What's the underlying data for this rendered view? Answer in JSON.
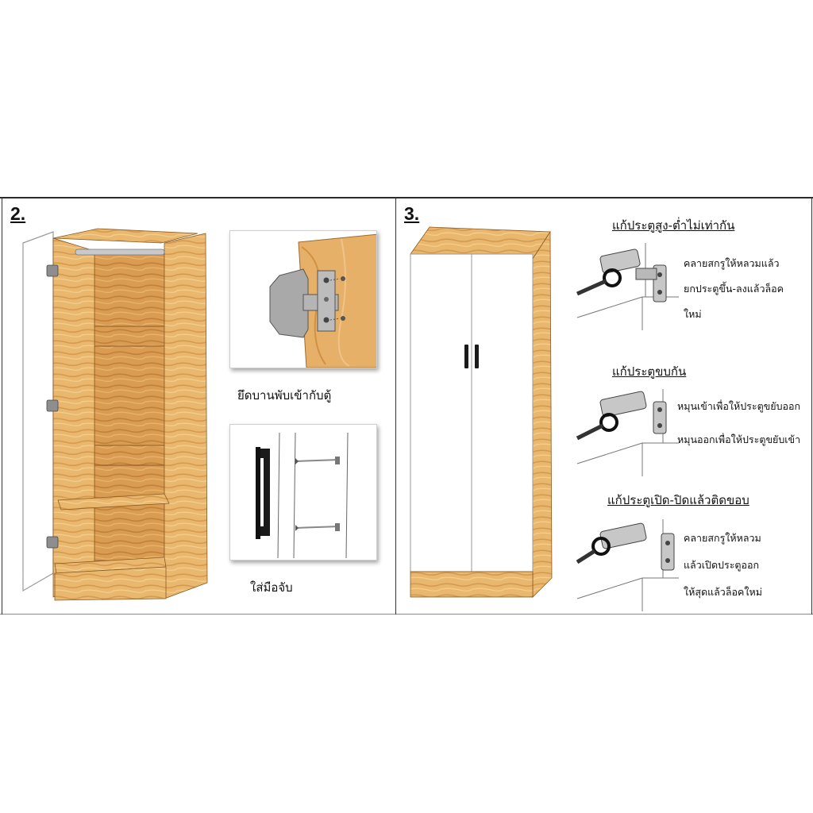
{
  "step2": {
    "number": "2.",
    "caption_hinge": "ยึดบานพับเข้ากับตู้",
    "caption_handle": "ใส่มือจับ"
  },
  "step3": {
    "number": "3.",
    "fixes": [
      {
        "title": "แก้ประตูสูง-ต่ำไม่เท่ากัน",
        "lines": [
          "คลายสกรูให้หลวมแล้ว",
          "ยกประตูขึ้น-ลงแล้วล็อค",
          "ใหม่"
        ]
      },
      {
        "title": "แก้ประตูขบกัน",
        "lines": [
          "หมุนเข้าเพื่อให้ประตูขยับออก",
          "หมุนออกเพื่อให้ประตูขยับเข้า"
        ]
      },
      {
        "title": "แก้ประตูเปิด-ปิดแล้วติดขอบ",
        "lines": [
          "คลายสกรูให้หลวม",
          "แล้วเปิดประตูออก",
          "ให้สุดแล้วล็อคใหม่"
        ]
      }
    ]
  },
  "colors": {
    "wood": "#e8b46a",
    "wood_dark": "#c98a3e",
    "wood_edge": "#8a5a22",
    "door": "#ffffff",
    "metal": "#9a9a9a",
    "handle": "#1a1a1a"
  }
}
